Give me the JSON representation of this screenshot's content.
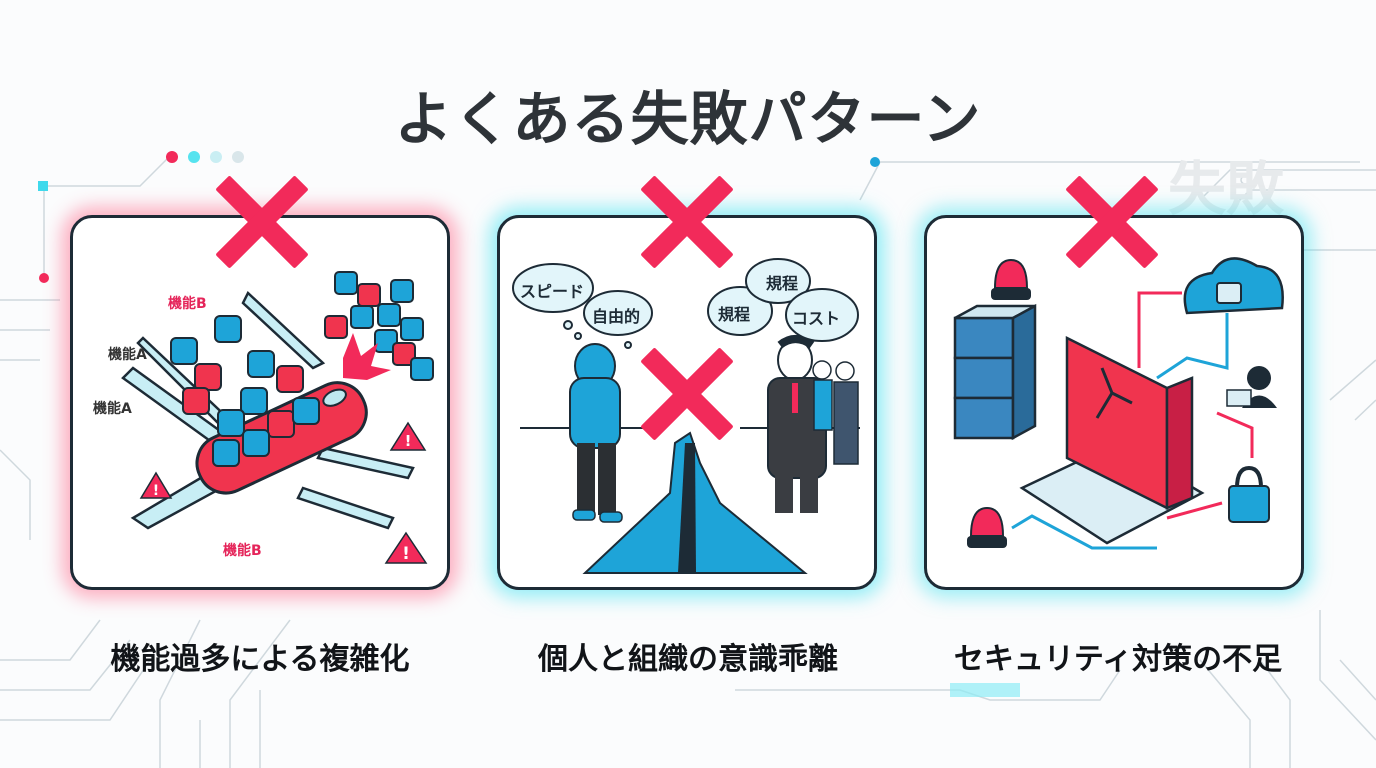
{
  "page": {
    "title": "よくある失敗パターン",
    "watermark": "失敗"
  },
  "colors": {
    "accent_pink": "#f22a5a",
    "accent_cyan": "#3fd9ec",
    "accent_blue": "#1ea4d8",
    "text_dark": "#2e3338",
    "outline": "#1d2b36"
  },
  "decor_dots": [
    "#f22a5a",
    "#56e3ef",
    "#c9eef3",
    "#d9e6ea"
  ],
  "panels": [
    {
      "id": "feature-overload",
      "caption": "機能過多による複雑化",
      "mark": "x-mark",
      "illustration": "swiss-army-knife-overloaded",
      "labels": [
        "機能B",
        "機能A",
        "機能A",
        "機能B"
      ],
      "icons": [
        "warning-icon",
        "warning-icon",
        "warning-icon",
        "gear-icon",
        "wrench-icon",
        "tools-icon",
        "chart-icon",
        "explosion-icon"
      ]
    },
    {
      "id": "individual-vs-organization",
      "caption": "個人と組織の意識乖離",
      "mark": "x-mark",
      "illustration": "person-vs-managers-with-crack",
      "thought_bubbles": [
        "スピード",
        "自由的"
      ],
      "speech_bubbles": [
        "規程",
        "規程",
        "コスト"
      ]
    },
    {
      "id": "security-gap",
      "caption": "セキュリティ対策の不足",
      "mark": "x-mark",
      "illustration": "laptop-broken-firewall",
      "icons": [
        "server-icon",
        "alarm-light-icon",
        "alarm-light-icon",
        "firewall-icon",
        "cloud-lock-icon",
        "hacker-icon",
        "padlock-icon"
      ]
    }
  ]
}
